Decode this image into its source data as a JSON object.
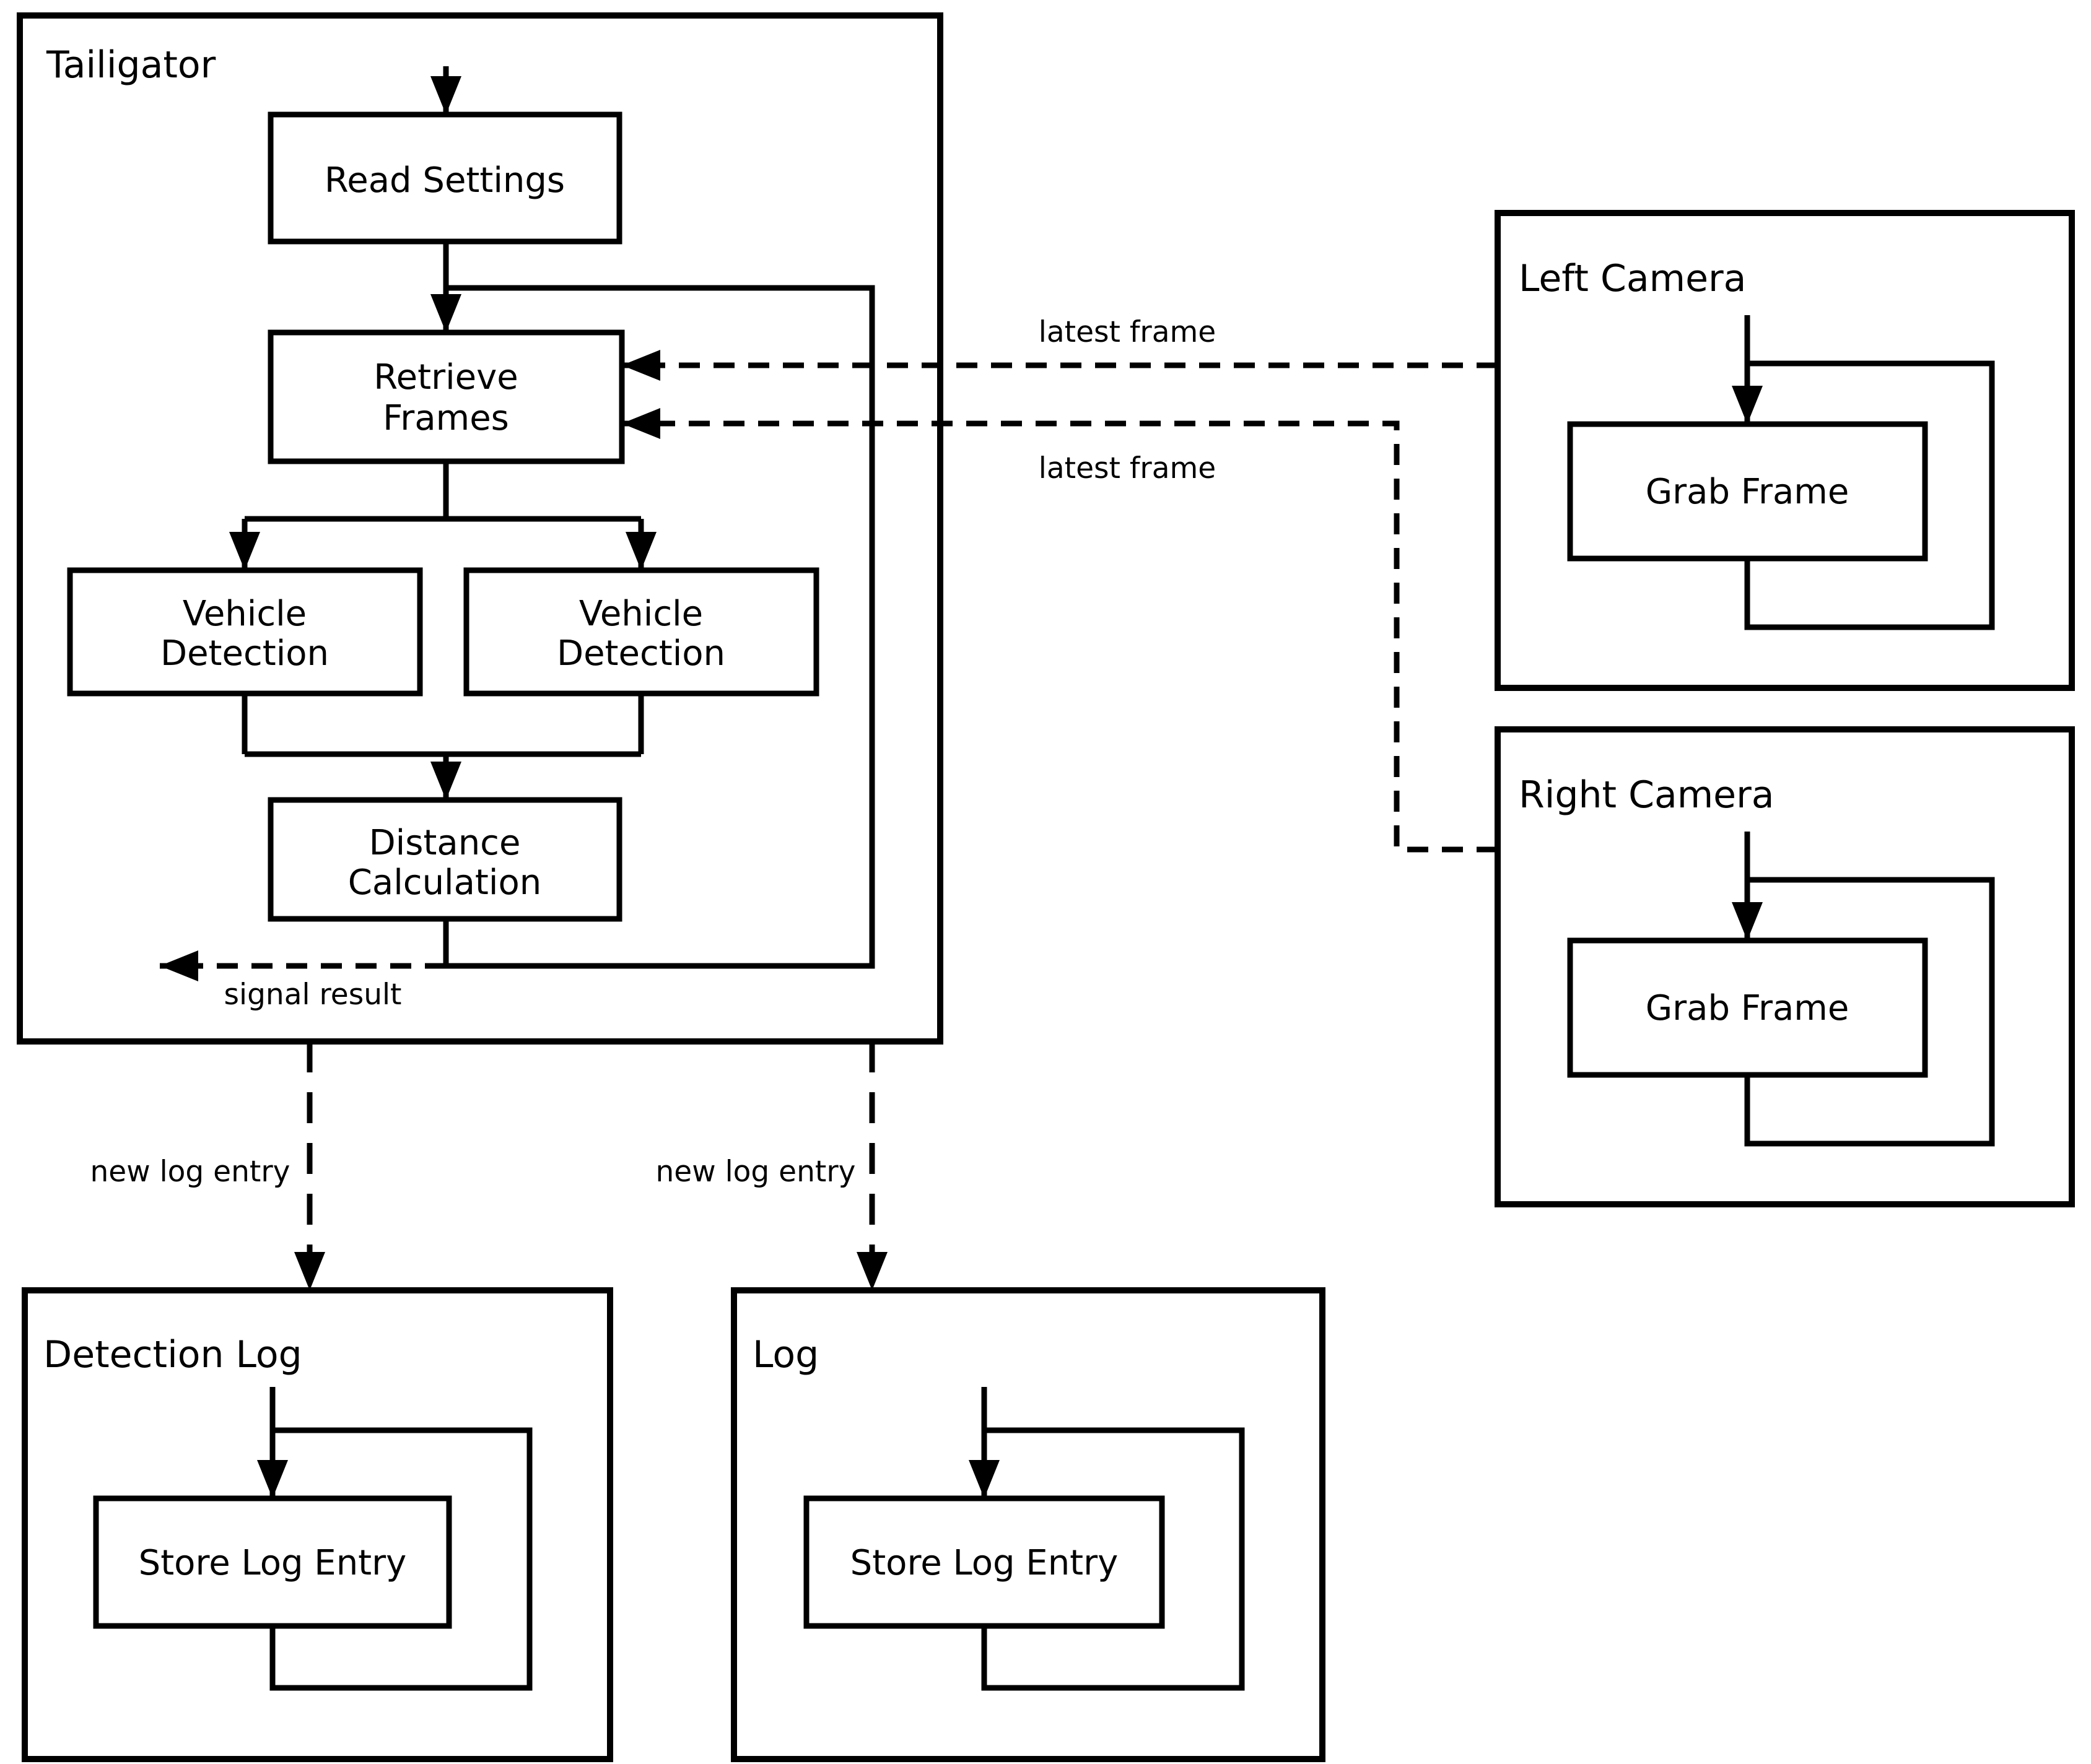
{
  "colors": {
    "background": "#ffffff",
    "stroke": "#000000"
  },
  "containers": {
    "tailigator": {
      "title": "Tailigator"
    },
    "left_camera": {
      "title": "Left Camera"
    },
    "right_camera": {
      "title": "Right Camera"
    },
    "detection_log": {
      "title": "Detection Log"
    },
    "log": {
      "title": "Log"
    }
  },
  "nodes": {
    "read_settings": {
      "label": "Read Settings"
    },
    "retrieve_frames": {
      "line1": "Retrieve",
      "line2": "Frames"
    },
    "vehicle_detection": {
      "line1": "Vehicle",
      "line2": "Detection"
    },
    "distance_calculation": {
      "line1": "Distance",
      "line2": "Calculation"
    },
    "grab_frame": {
      "label": "Grab Frame"
    },
    "store_log_entry": {
      "label": "Store Log Entry"
    }
  },
  "edge_labels": {
    "latest_frame_left": "latest frame",
    "latest_frame_right": "latest frame",
    "signal_result": "signal result",
    "new_log_entry_detection": "new log entry",
    "new_log_entry_log": "new log entry"
  }
}
